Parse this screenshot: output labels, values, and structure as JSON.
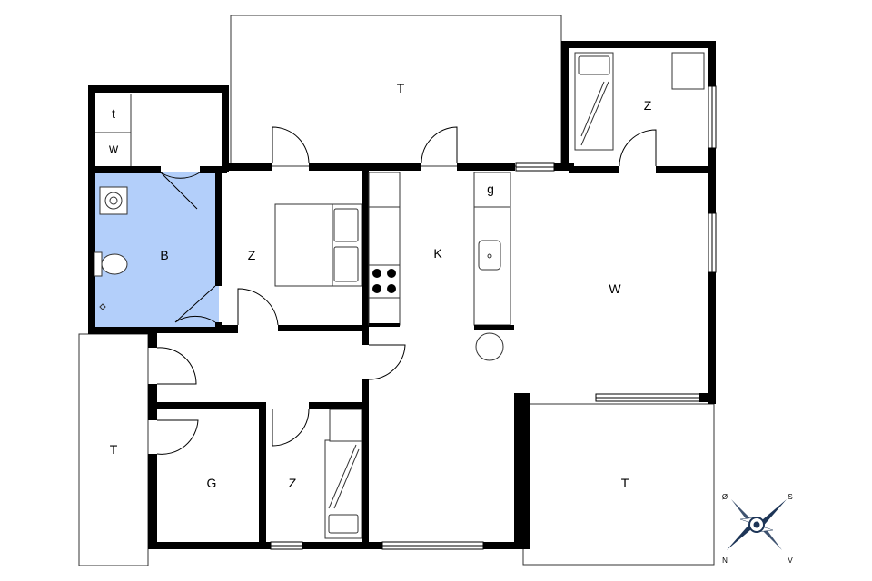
{
  "plan": {
    "colors": {
      "wall": "#000000",
      "bathroom_fill": "#b3cffa",
      "line": "#333333",
      "compass": "#1d3557"
    },
    "rooms": {
      "terrace_top": "T",
      "storage_t": "t",
      "storage_w": "w",
      "bathroom": "B",
      "bedroom_center": "Z",
      "kitchen": "K",
      "kitchen_g": "g",
      "living": "W",
      "bedroom_top_right": "Z",
      "terrace_left": "T",
      "room_g": "G",
      "bedroom_bottom": "Z",
      "terrace_bottom_right": "T"
    },
    "compass": {
      "top_left": "Ø",
      "top_right": "S",
      "bottom_left": "N",
      "bottom_right": "V"
    }
  }
}
